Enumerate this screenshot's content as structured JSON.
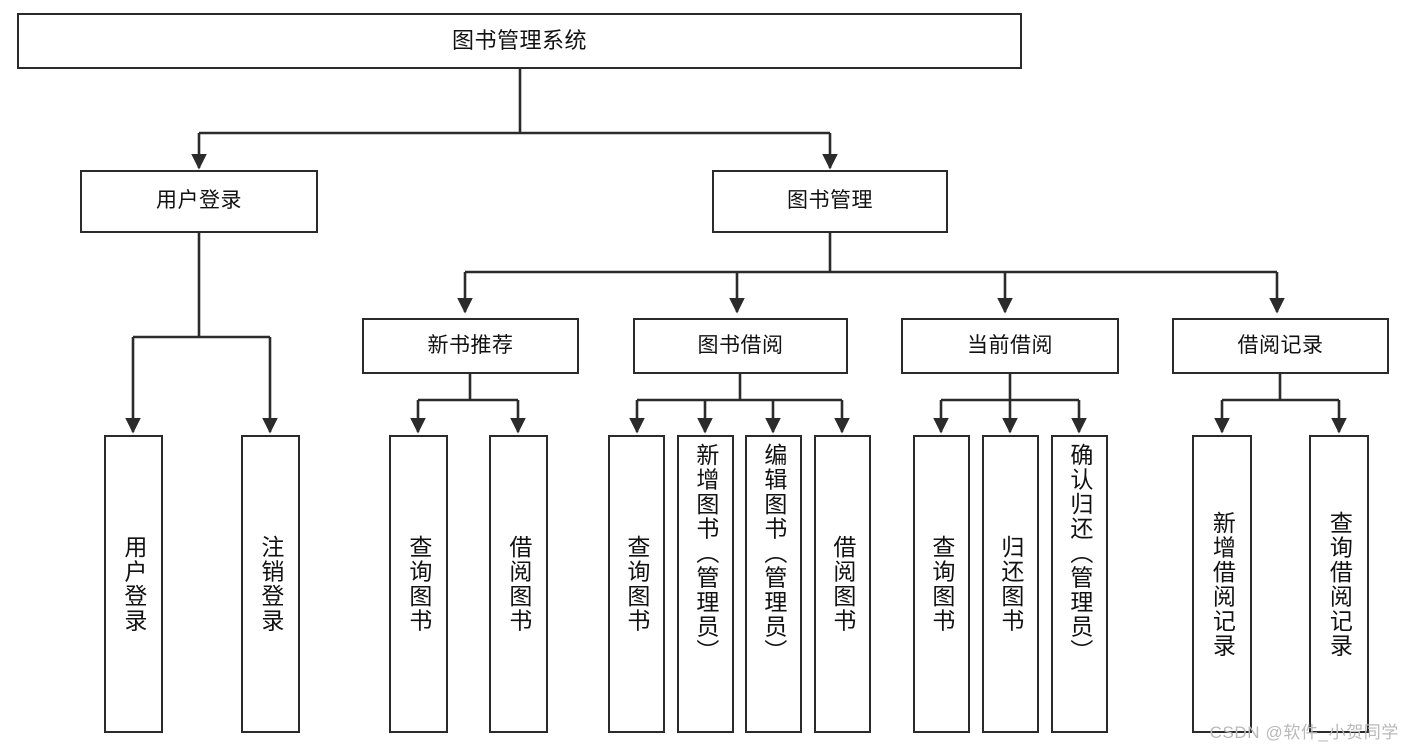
{
  "diagram": {
    "title": "图书管理系统",
    "type": "function-hierarchy-tree",
    "watermark": "CSDN @软件_小贺同学",
    "colors": {
      "box_border": "#2b2b2b",
      "box_fill": "#ffffff",
      "connector": "#2b2b2b",
      "text": "#111111",
      "watermark": "#b9b9b9"
    },
    "nodes": {
      "root": {
        "label": "图书管理系统"
      },
      "level1": [
        {
          "label": "用户登录"
        },
        {
          "label": "图书管理"
        }
      ],
      "level2": [
        {
          "label": "新书推荐"
        },
        {
          "label": "图书借阅"
        },
        {
          "label": "当前借阅"
        },
        {
          "label": "借阅记录"
        }
      ],
      "leaves": {
        "user_login": [
          {
            "label": "用户登录"
          },
          {
            "label": "注销登录"
          }
        ],
        "new_book_recommend": [
          {
            "label": "查询图书"
          },
          {
            "label": "借阅图书"
          }
        ],
        "book_borrow": [
          {
            "label": "查询图书"
          },
          {
            "label": "新增图书（管理员）"
          },
          {
            "label": "编辑图书（管理员）"
          },
          {
            "label": "借阅图书"
          }
        ],
        "current_borrow": [
          {
            "label": "查询图书"
          },
          {
            "label": "归还图书"
          },
          {
            "label": "确认归还（管理员）"
          }
        ],
        "borrow_record": [
          {
            "label": "新增借阅记录"
          },
          {
            "label": "查询借阅记录"
          }
        ]
      }
    }
  }
}
